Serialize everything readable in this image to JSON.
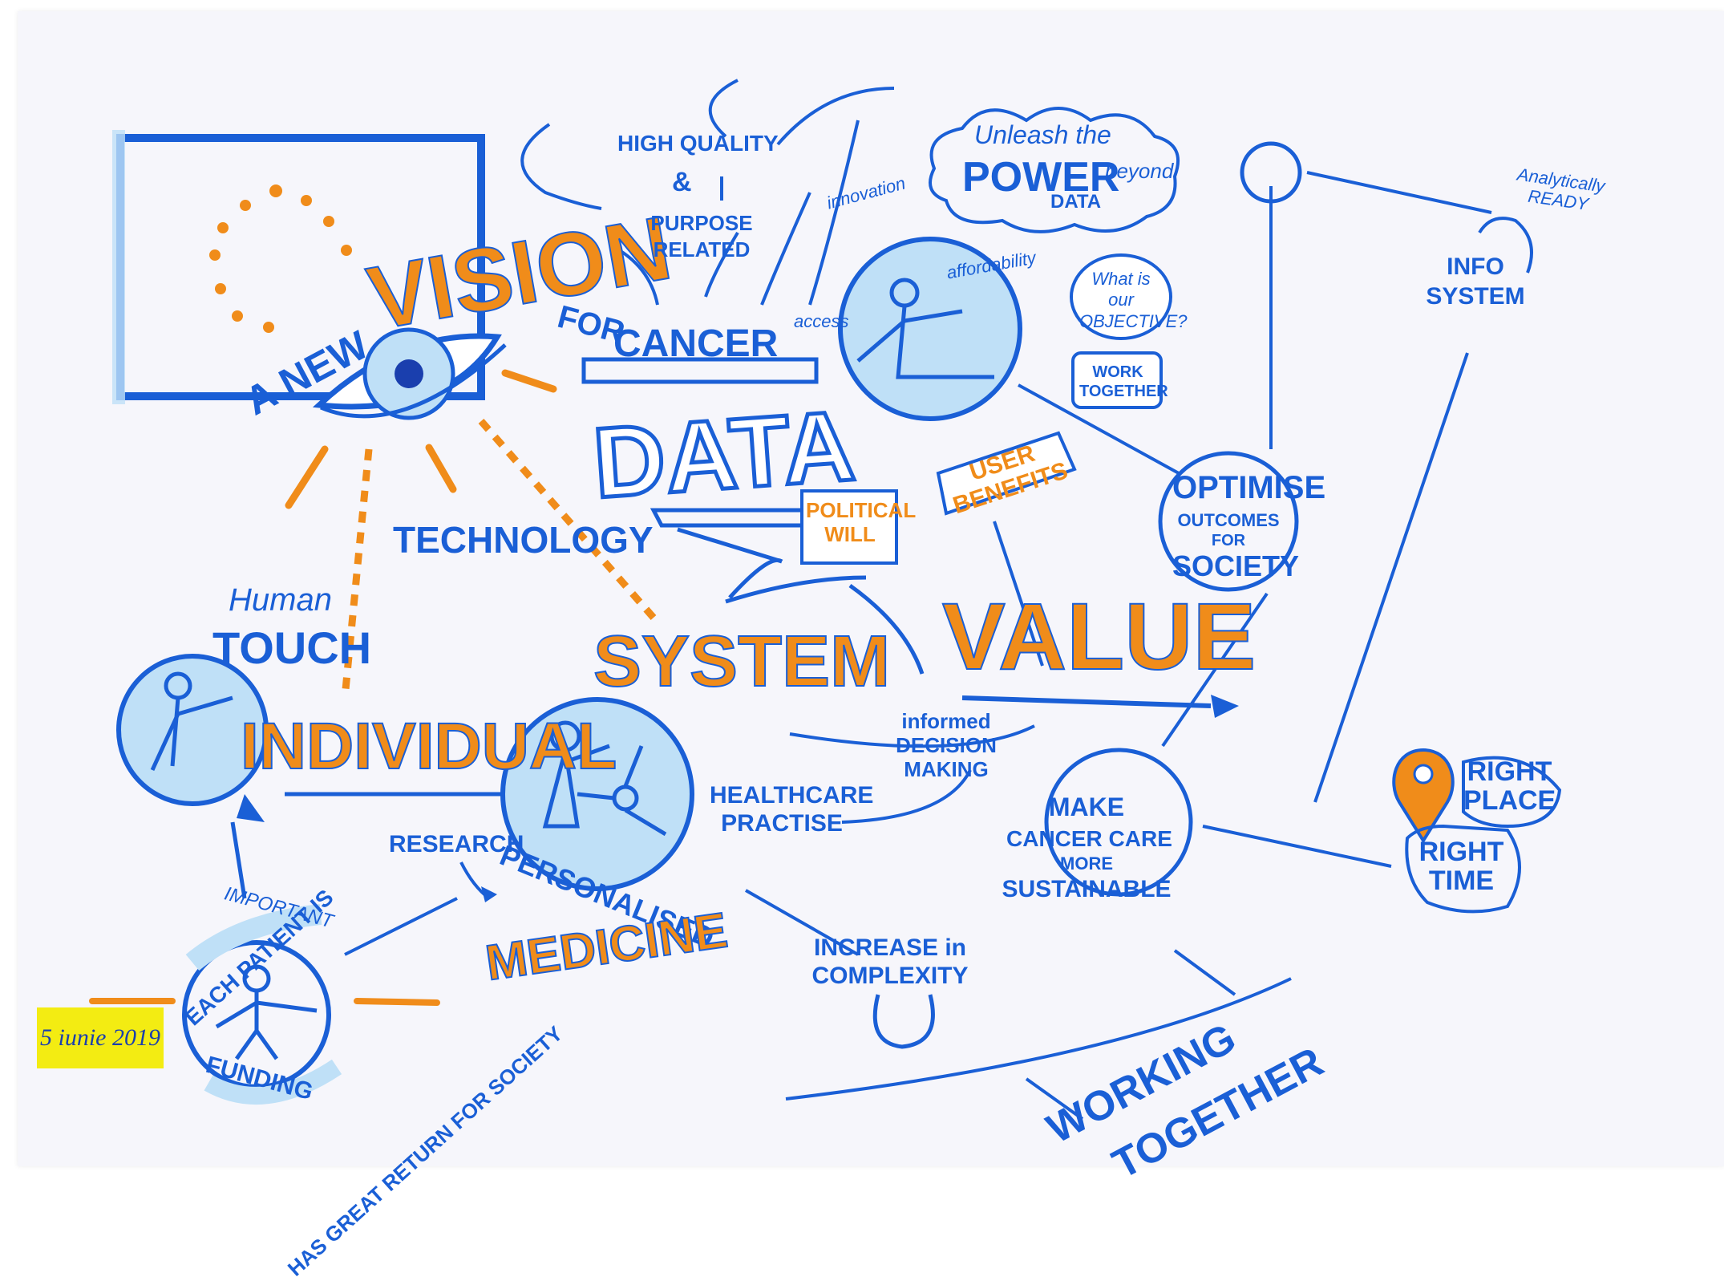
{
  "title": {
    "a_new": "A NEW",
    "vision": "VISION",
    "for": "FOR",
    "cancer": "CANCER"
  },
  "center": {
    "data": "DATA",
    "value": "VALUE",
    "system": "SYSTEM",
    "individual": "INDIVIDUAL",
    "technology": "TECHNOLOGY"
  },
  "data_inputs": {
    "high_quality": "HIGH QUALITY",
    "and": "&",
    "purpose_related": "PURPOSE RELATED",
    "innovation": "innovation",
    "access": "access",
    "affordability": "affordability"
  },
  "cloud": {
    "unleash": "Unleash the",
    "power": "POWER",
    "beyond": "beyond",
    "data": "DATA"
  },
  "bubbles": {
    "objective": "What is our OBJECTIVE?",
    "work_together": "WORK TOGETHER"
  },
  "signs": {
    "political_will": "POLITICAL WILL",
    "user_benefits": "USER BENEFITS"
  },
  "human_touch": {
    "human": "Human",
    "touch": "TOUCH"
  },
  "personalised": {
    "personalised": "PERSONALISED",
    "medicine": "MEDICINE",
    "research": "RESEARCH",
    "healthcare_practise": "HEALTHCARE PRACTISE",
    "increase_in_complexity": "INCREASE in COMPLEXITY",
    "informed_decision_making": "informed DECISION MAKING"
  },
  "patient_cycle": {
    "each_patient_is": "EACH PATIENT IS",
    "important": "IMPORTANT",
    "funding": "FUNDING",
    "has_great_return_for_society": "HAS GREAT RETURN FOR SOCIETY"
  },
  "optimise": {
    "optimise": "OPTIMISE",
    "outcomes": "OUTCOMES",
    "for": "FOR",
    "society": "SOCIETY"
  },
  "sustainable": {
    "make": "MAKE",
    "cancer_care": "CANCER CARE",
    "more": "MORE",
    "sustainable": "SUSTAINABLE"
  },
  "info_system": {
    "analytically_ready": "Analytically READY",
    "info": "INFO",
    "system": "SYSTEM"
  },
  "right": {
    "right_place": "RIGHT PLACE",
    "right_time": "RIGHT TIME"
  },
  "working_together": {
    "working": "WORKING",
    "together": "TOGETHER"
  },
  "date": "5 iunie 2019",
  "colors": {
    "blue": "#1a5fd6",
    "light_blue": "#bfe0f7",
    "orange": "#f08c1a",
    "yellow": "#f3ec12"
  }
}
